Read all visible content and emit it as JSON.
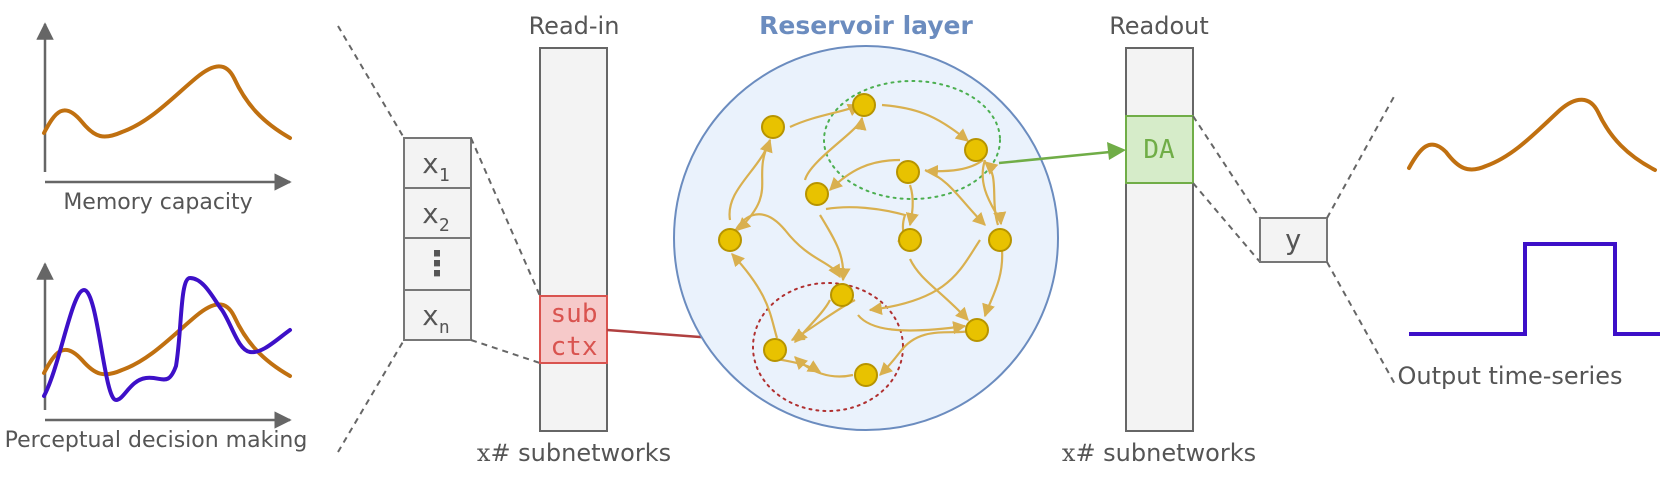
{
  "tasks": {
    "memory_label": "Memory capacity",
    "decision_label": "Perceptual decision making"
  },
  "input": {
    "x1": "x",
    "x1_sub": "1",
    "x2": "x",
    "x2_sub": "2",
    "dots": "⋮",
    "xn": "x",
    "xn_sub": "n"
  },
  "readin": {
    "title": "Read-in",
    "sub_label": "sub",
    "ctx_label": "ctx",
    "count_prefix": "x",
    "count_label": "# subnetworks"
  },
  "reservoir": {
    "title": "Reservoir layer"
  },
  "readout": {
    "title": "Readout",
    "da_label": "DA",
    "count_prefix": "x",
    "count_label": "# subnetworks"
  },
  "output": {
    "y_label": "y",
    "series_label": "Output time-series"
  },
  "colors": {
    "accent_blue": "#6b8cbf",
    "reservoir_fill": "#eaf2fc",
    "node_fill": "#e8c200",
    "edge": "#d9b04f",
    "ctx_red": "#c0504d",
    "da_green": "#70ad47",
    "curve_orange": "#c07010",
    "curve_purple": "#3d10c8"
  }
}
